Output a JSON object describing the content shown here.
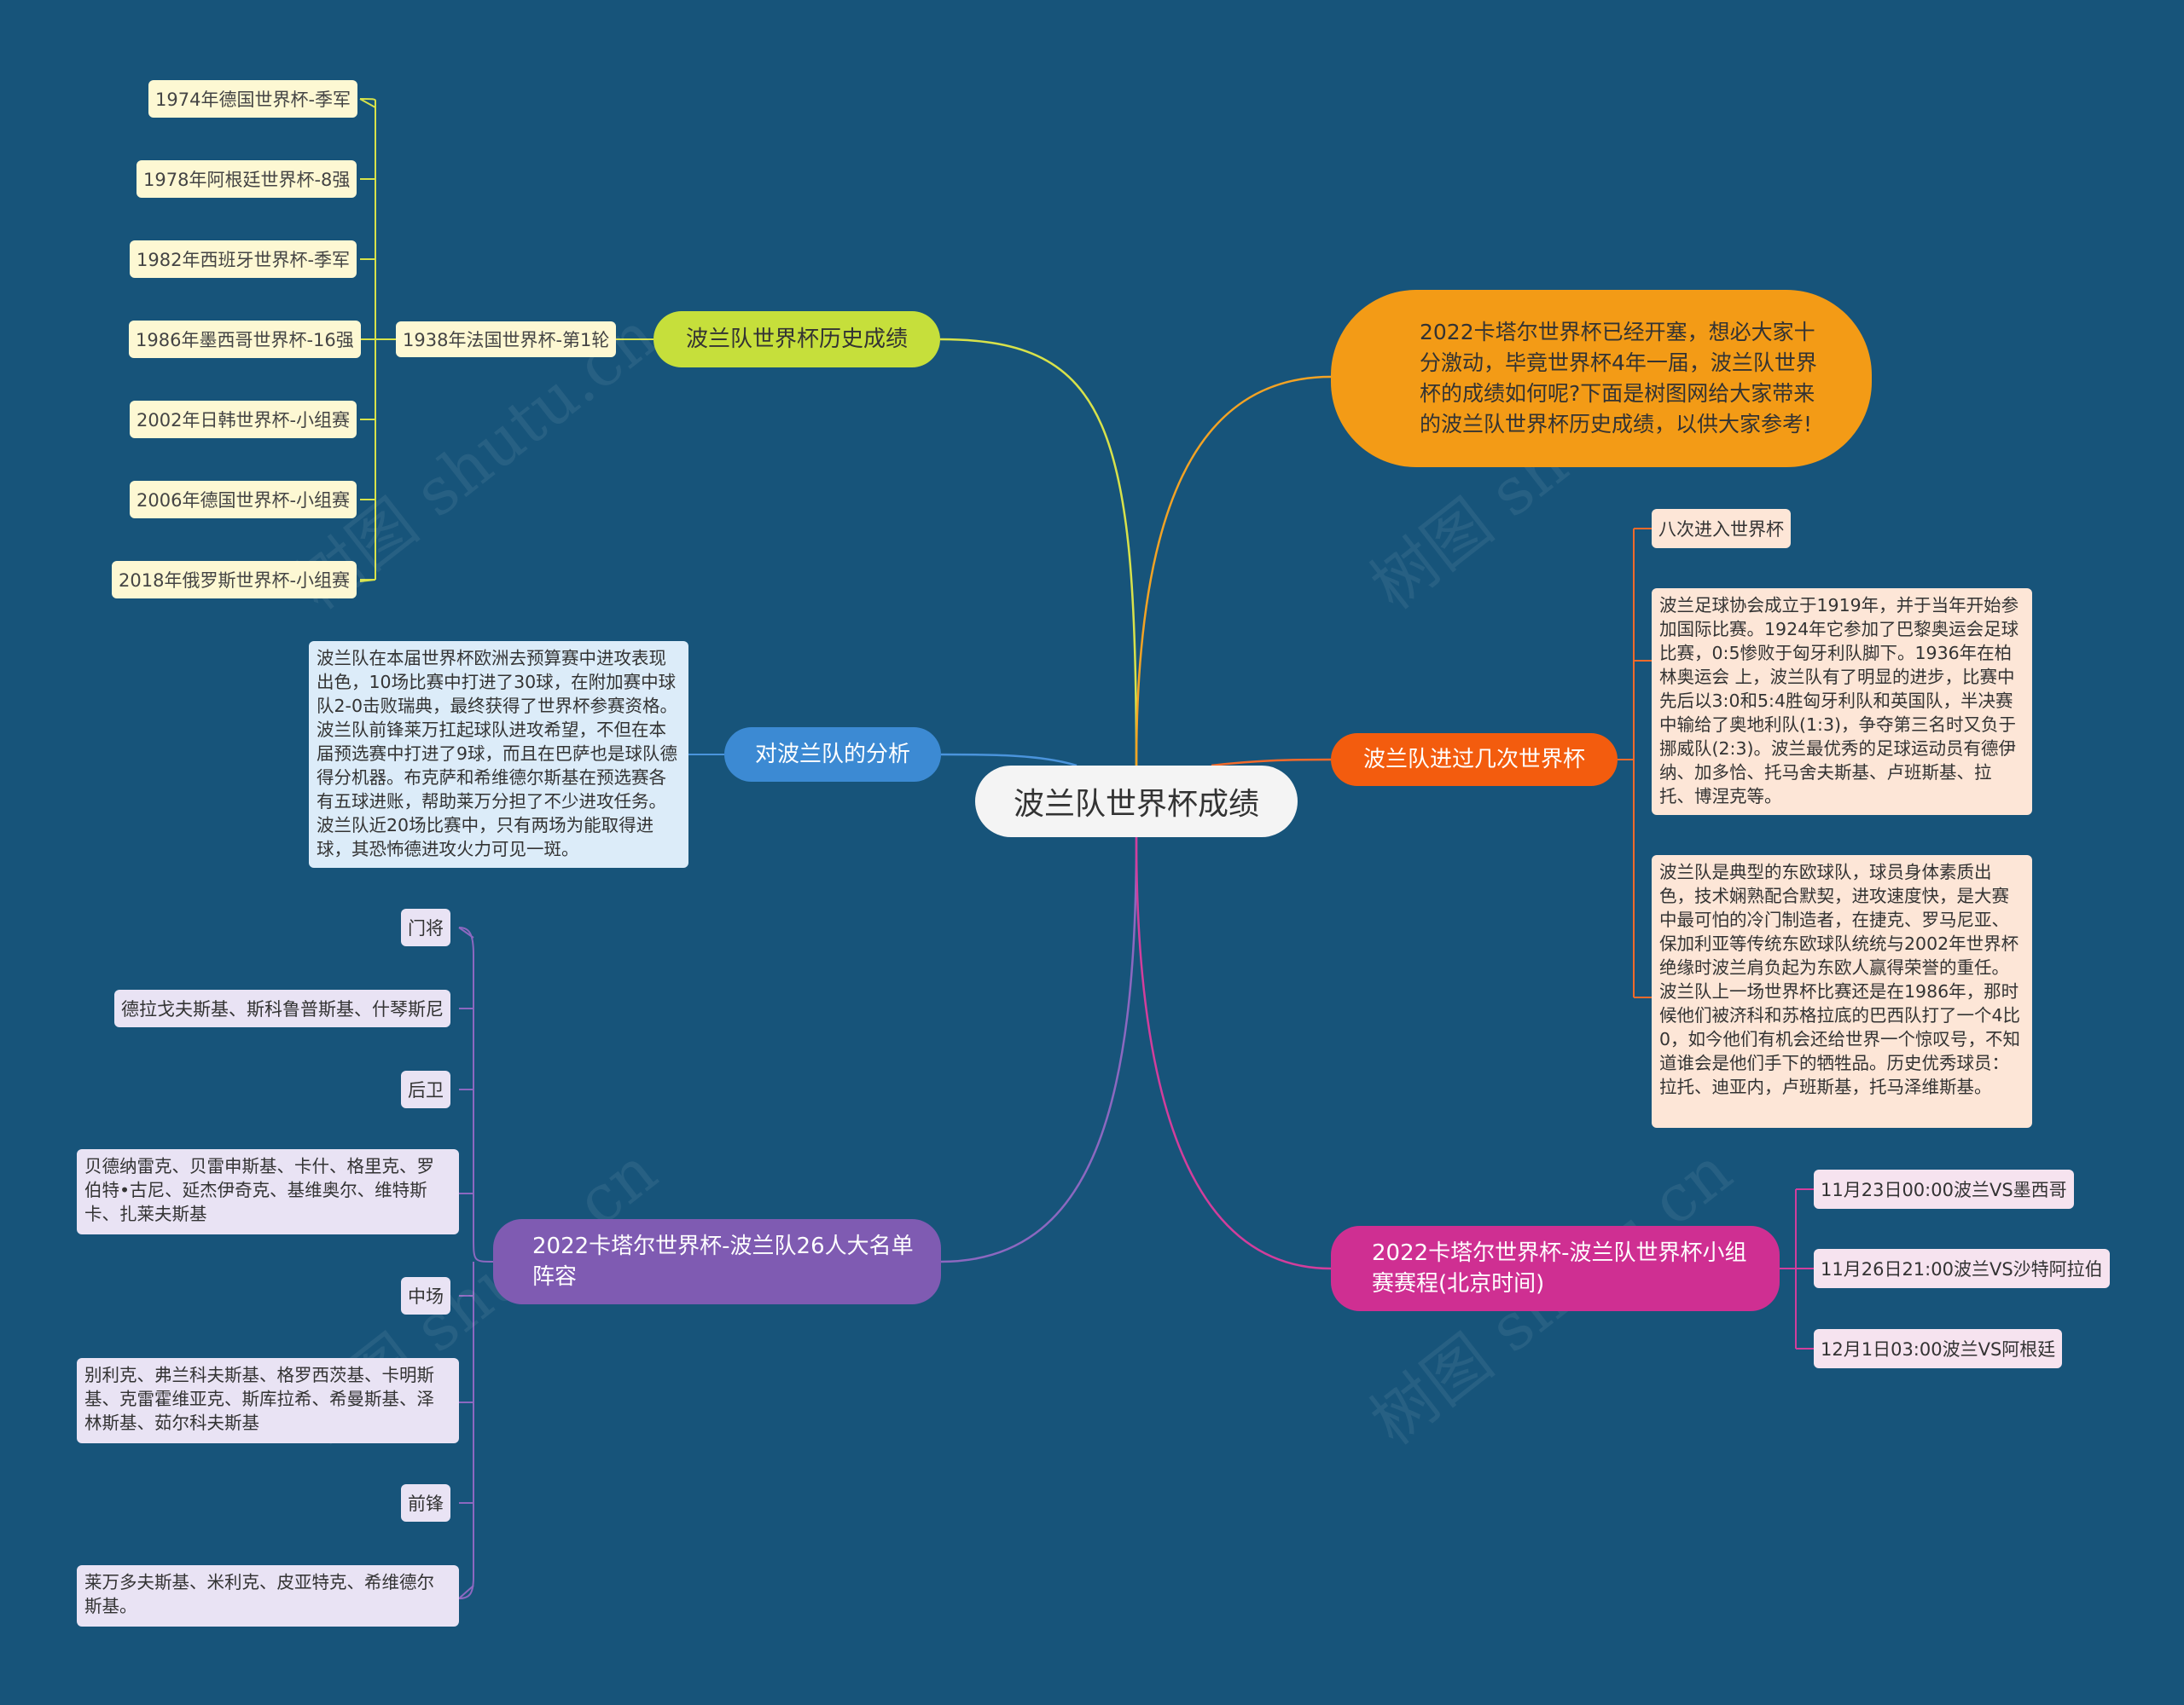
{
  "center": "波兰队世界杯成绩",
  "history": {
    "title": "波兰队世界杯历史成绩",
    "first": "1938年法国世界杯-第1轮",
    "items": [
      "1974年德国世界杯-季军",
      "1978年阿根廷世界杯-8强",
      "1982年西班牙世界杯-季军",
      "1986年墨西哥世界杯-16强",
      "2002年日韩世界杯-小组赛",
      "2006年德国世界杯-小组赛",
      "2018年俄罗斯世界杯-小组赛"
    ]
  },
  "analysis": {
    "title": "对波兰队的分析",
    "text": "波兰队在本届世界杯欧洲去预算赛中进攻表现出色，10场比赛中打进了30球，在附加赛中球队2-0击败瑞典，最终获得了世界杯参赛资格。波兰队前锋莱万扛起球队进攻希望，不但在本届预选赛中打进了9球，而且在巴萨也是球队德得分机器。布克萨和希维德尔斯基在预选赛各有五球进账，帮助莱万分担了不少进攻任务。波兰队近20场比赛中，只有两场为能取得进球，其恐怖德进攻火力可见一斑。"
  },
  "roster": {
    "title": "2022卡塔尔世界杯-波兰队26人大名单阵容",
    "groups": [
      {
        "pos": "门将",
        "players": "德拉戈夫斯基、斯科鲁普斯基、什琴斯尼"
      },
      {
        "pos": "后卫",
        "players": "贝德纳雷克、贝雷申斯基、卡什、格里克、罗伯特•古尼、延杰伊奇克、基维奥尔、维特斯卡、扎莱夫斯基"
      },
      {
        "pos": "中场",
        "players": "别利克、弗兰科夫斯基、格罗西茨基、卡明斯基、克雷霍维亚克、斯库拉希、希曼斯基、泽林斯基、茹尔科夫斯基"
      },
      {
        "pos": "前锋",
        "players": "莱万多夫斯基、米利克、皮亚特克、希维德尔斯基。"
      }
    ]
  },
  "intro": {
    "text": "2022卡塔尔世界杯已经开塞，想必大家十分激动，毕竟世界杯4年一届，波兰队世界杯的成绩如何呢?下面是树图网给大家带来的波兰队世界杯历史成绩，以供大家参考!"
  },
  "times": {
    "title": "波兰队进过几次世界杯",
    "count": "八次进入世界杯",
    "p1": "波兰足球协会成立于1919年，并于当年开始参加国际比赛。1924年它参加了巴黎奥运会足球比赛，0:5惨败于匈牙利队脚下。1936年在柏林奥运会 上，波兰队有了明显的进步，比赛中先后以3:0和5:4胜匈牙利队和英国队，半决赛中输给了奥地利队(1:3)，争夺第三名时又负于挪威队(2:3)。波兰最优秀的足球运动员有德伊纳、加多恰、托马舍夫斯基、卢班斯基、拉托、博涅克等。",
    "p2": "波兰队是典型的东欧球队，球员身体素质出色，技术娴熟配合默契，进攻速度快，是大赛中最可怕的冷门制造者，在捷克、罗马尼亚、保加利亚等传统东欧球队统统与2002年世界杯绝缘时波兰肩负起为东欧人赢得荣誉的重任。波兰队上一场世界杯比赛还是在1986年，那时候他们被济科和苏格拉底的巴西队打了一个4比0，如今他们有机会还给世界一个惊叹号，不知道谁会是他们手下的牺牲品。历史优秀球员：拉托、迪亚内，卢班斯基，托马泽维斯基。"
  },
  "schedule": {
    "title": "2022卡塔尔世界杯-波兰队世界杯小组赛赛程(北京时间)",
    "matches": [
      "11月23日00:00波兰VS墨西哥",
      "11月26日21:00波兰VS沙特阿拉伯",
      "12月1日03:00波兰VS阿根廷"
    ]
  },
  "watermark": "树图 shutu.cn",
  "colors": {
    "background": "#17547a",
    "history": "#c6df3b",
    "analysis": "#3c8ad3",
    "roster": "#7f5bb2",
    "intro": "#f39b16",
    "times": "#f35c0e",
    "schedule": "#cf2f92"
  }
}
